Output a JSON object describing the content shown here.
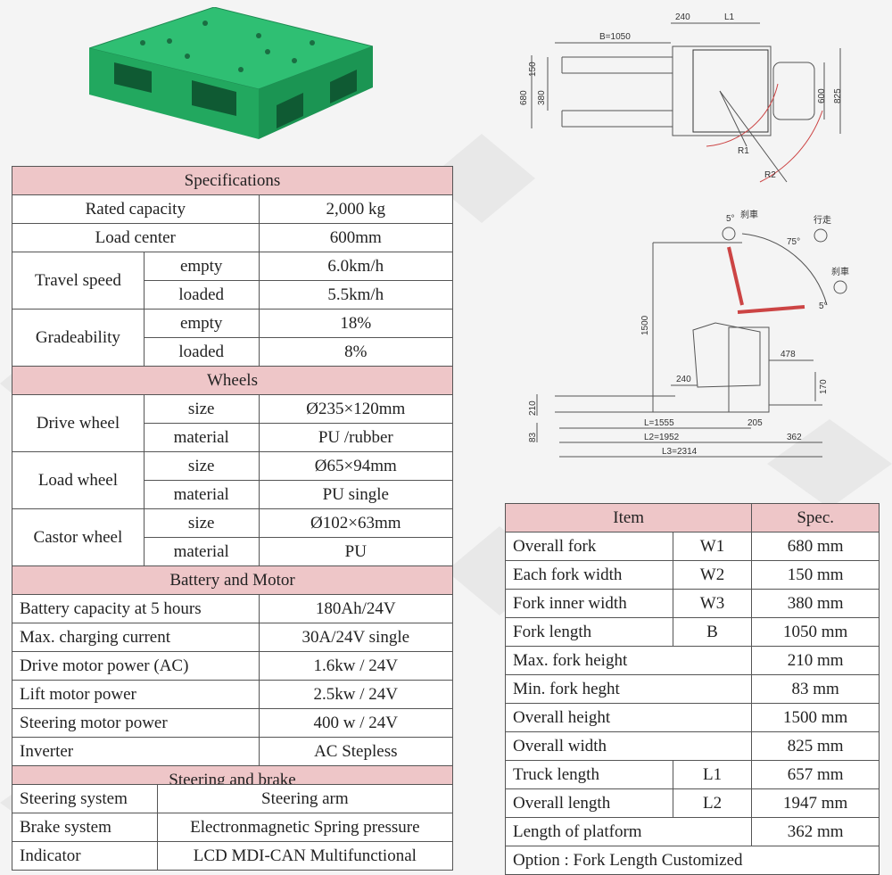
{
  "spec": {
    "specifications": "Specifications",
    "rated_capacity": {
      "label": "Rated capacity",
      "value": "2,000 kg"
    },
    "load_center": {
      "label": "Load center",
      "value": "600mm"
    },
    "travel_speed": {
      "label": "Travel speed",
      "empty": "empty",
      "empty_val": "6.0km/h",
      "loaded": "loaded",
      "loaded_val": "5.5km/h"
    },
    "gradeability": {
      "label": "Gradeability",
      "empty": "empty",
      "empty_val": "18%",
      "loaded": "loaded",
      "loaded_val": "8%"
    },
    "wheels": "Wheels",
    "drive_wheel": {
      "label": "Drive wheel",
      "size": "size",
      "size_val": "Ø235×120mm",
      "material": "material",
      "material_val": "PU /rubber"
    },
    "load_wheel": {
      "label": "Load wheel",
      "size": "size",
      "size_val": "Ø65×94mm",
      "material": "material",
      "material_val": "PU single"
    },
    "castor_wheel": {
      "label": "Castor wheel",
      "size": "size",
      "size_val": "Ø102×63mm",
      "material": "material",
      "material_val": "PU"
    },
    "battery_motor": "Battery and Motor",
    "battery_capacity": {
      "label": "Battery capacity at 5 hours",
      "value": "180Ah/24V"
    },
    "max_charging": {
      "label": "Max. charging current",
      "value": "30A/24V single"
    },
    "drive_motor": {
      "label": "Drive motor power (AC)",
      "value": "1.6kw / 24V"
    },
    "lift_motor": {
      "label": "Lift motor power",
      "value": "2.5kw / 24V"
    },
    "steering_motor": {
      "label": "Steering motor power",
      "value": "400 w / 24V"
    },
    "inverter": {
      "label": "Inverter",
      "value": "AC Stepless"
    },
    "steering_brake": "Steering and brake",
    "steering_system": {
      "label": "Steering system",
      "value": "Steering arm"
    },
    "brake_system": {
      "label": "Brake system",
      "value": "Electronmagnetic Spring pressure"
    },
    "indicator": {
      "label": "Indicator",
      "value": "LCD MDI-CAN Multifunctional"
    }
  },
  "dims": {
    "header_item": "Item",
    "header_spec": "Spec.",
    "rows": [
      {
        "item": "Overall fork",
        "code": "W1",
        "spec": "680 mm"
      },
      {
        "item": "Each fork width",
        "code": "W2",
        "spec": "150 mm"
      },
      {
        "item": "Fork inner width",
        "code": "W3",
        "spec": "380 mm"
      },
      {
        "item": "Fork length",
        "code": "B",
        "spec": "1050 mm"
      },
      {
        "item": "Max. fork height",
        "code": "",
        "spec": "210 mm"
      },
      {
        "item": "Min. fork heght",
        "code": "",
        "spec": "83 mm"
      },
      {
        "item": "Overall height",
        "code": "",
        "spec": "1500 mm"
      },
      {
        "item": "Overall width",
        "code": "",
        "spec": "825 mm"
      },
      {
        "item": "Truck length",
        "code": "L1",
        "spec": "657 mm"
      },
      {
        "item": "Overall length",
        "code": "L2",
        "spec": "1947 mm"
      },
      {
        "item": "Length of platform",
        "code": "",
        "spec": "362 mm"
      }
    ],
    "option": "Option : Fork Length Customized"
  },
  "drawing_top": {
    "b": "B=1050",
    "d240": "240",
    "l1": "L1",
    "d150": "150",
    "d680": "680",
    "d380": "380",
    "d600": "600",
    "d825": "825",
    "r1": "R1",
    "r2": "R2"
  },
  "drawing_side": {
    "d1500": "1500",
    "d478": "478",
    "d170": "170",
    "d240": "240",
    "d210": "210",
    "d83": "83",
    "l": "L=1555",
    "d205": "205",
    "l2": "L2=1952",
    "d362": "362",
    "l3": "L3=2314",
    "a5a": "5°",
    "a75": "75°",
    "a5b": "5°",
    "brake1": "刹車",
    "travel": "行走",
    "brake2": "刹車"
  }
}
